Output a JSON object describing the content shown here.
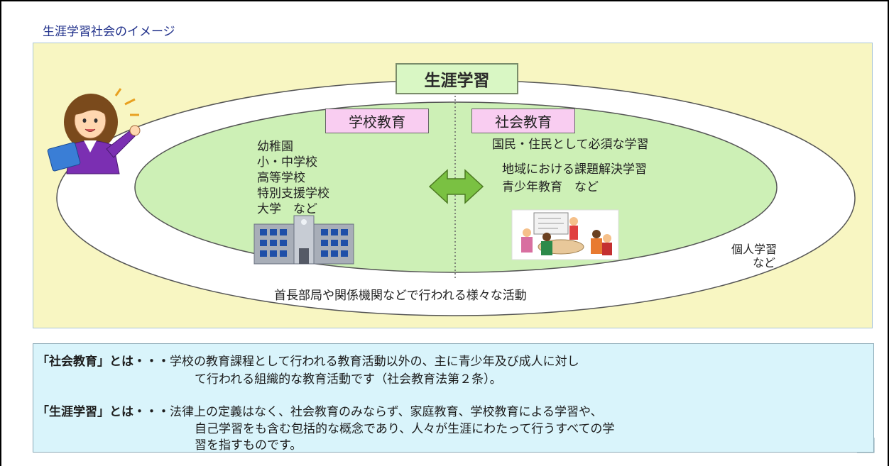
{
  "title": "生涯学習社会のイメージ",
  "center_label": "生涯学習",
  "school": {
    "label": "学校教育",
    "items": [
      "幼稚園",
      "小・中学校",
      "高等学校",
      "特別支援学校",
      "大学　など"
    ]
  },
  "social": {
    "label": "社会教育",
    "items": [
      "国民・住民として必須な学習",
      "地域における課題解決学習",
      "青少年教育　など"
    ]
  },
  "outer_notes": {
    "individual_line1": "個人学習",
    "individual_line2": "など",
    "bottom": "首長部局や関係機関などで行われる様々な活動"
  },
  "explanations": {
    "social_term": "「社会教育」とは・・・",
    "social_line1": "学校の教育課程として行われる教育活動以外の、主に青少年及び成人に対し",
    "social_line2": "て行われる組織的な教育活動です（社会教育法第２条）。",
    "lifelong_term": "「生涯学習」とは・・・",
    "lifelong_line1": "法律上の定義はなく、社会教育のみならず、家庭教育、学校教育による学習や、",
    "lifelong_line2": "自己学習をも含む包括的な概念であり、人々が生涯にわたって行うすべての学",
    "lifelong_line3": "習を指すものです。"
  },
  "icons": [
    "woman-pointing-icon",
    "school-building-icon",
    "classroom-meeting-icon",
    "double-arrow-icon"
  ],
  "colors": {
    "panel": "#f8f6c2",
    "inner_ellipse": "#cdf0b6",
    "label_box": "#f9cdf1",
    "center_box": "#d9f7c4",
    "arrow": "#7ac142",
    "explain_box": "#d9f4fb"
  }
}
